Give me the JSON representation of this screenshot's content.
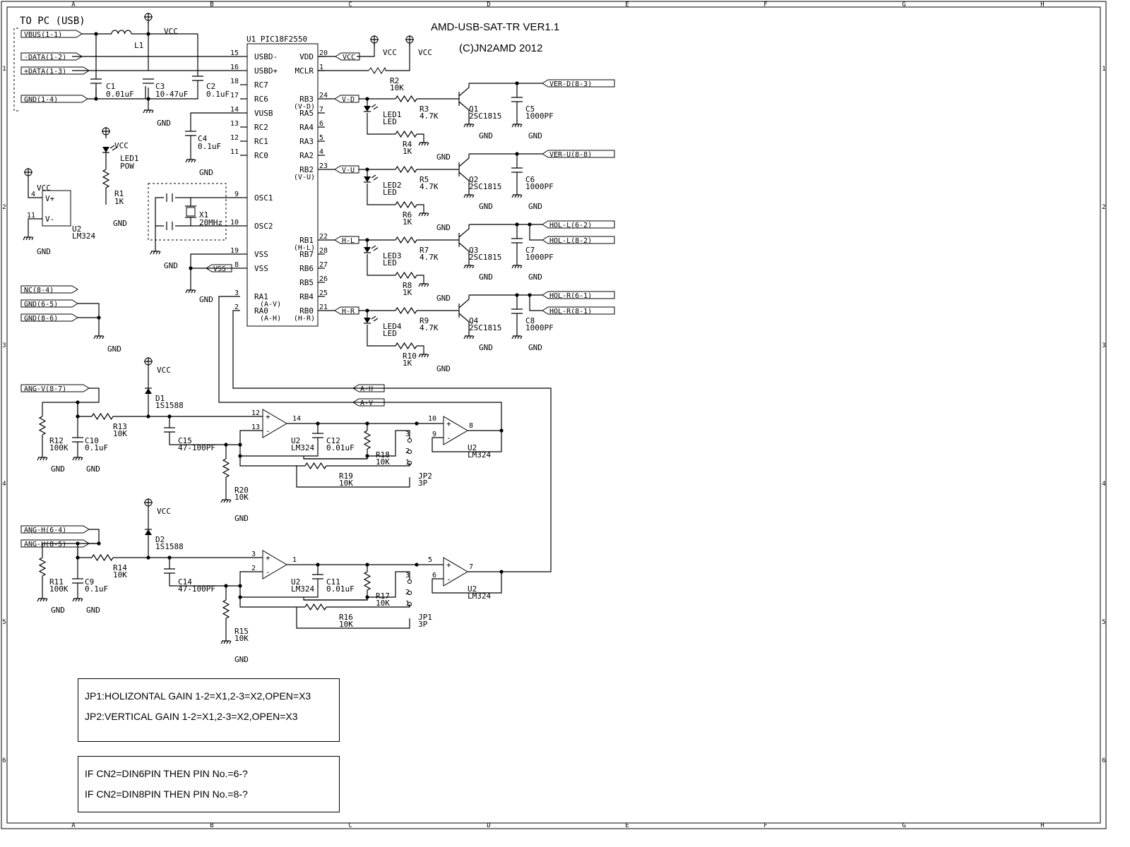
{
  "title": {
    "name": "AMD-USB-SAT-TR VER1.1",
    "copyright": "(C)JN2AMD 2012",
    "usb_header": "TO PC (USB)"
  },
  "frame": {
    "columns": [
      "A",
      "B",
      "C",
      "D",
      "E",
      "F",
      "G",
      "H"
    ],
    "rows": [
      "1",
      "2",
      "3",
      "4",
      "5",
      "6"
    ]
  },
  "notes": {
    "jumper": [
      "JP1:HOLIZONTAL GAIN 1-2=X1,2-3=X2,OPEN=X3",
      "JP2:VERTICAL GAIN 1-2=X1,2-3=X2,OPEN=X3"
    ],
    "connector": [
      "IF CN2=DIN6PIN THEN PIN No.=6-?",
      "IF CN2=DIN8PIN THEN PIN No.=8-?"
    ]
  },
  "ports": {
    "vbus": "VBUS(1-1)",
    "dminus": "-DATA(1-2)",
    "dplus": "+DATA(1-3)",
    "gnd14": "GND(1-4)",
    "nc": "NC(8-4)",
    "gnd65": "GND(6-5)",
    "gnd86": "GND(8-6)",
    "angv": "ANG-V(8-7)",
    "angh64": "ANG-H(6-4)",
    "angh85": "ANG-H(8-5)",
    "verd": "VER-D(8-3)",
    "veru": "VER-U(8-8)",
    "holl62": "HOL-L(6-2)",
    "holl82": "HOL-L(8-2)",
    "holr61": "HOL-R(6-1)",
    "holr81": "HOL-R(8-1)",
    "vcc_tag": "VCC",
    "vss_tag": "VSS",
    "vd_tag": "V-D",
    "vu_tag": "V-U",
    "hl_tag": "H-L",
    "hr_tag": "H-R",
    "ah_tag": "A-H",
    "av_tag": "A-V"
  },
  "net_labels": {
    "vcc": "VCC",
    "gnd": "GND"
  },
  "mcu": {
    "ref": "U1 PIC18F2550",
    "left": [
      {
        "num": "15",
        "name": "USBD-"
      },
      {
        "num": "16",
        "name": "USBD+"
      },
      {
        "num": "18",
        "name": "RC7"
      },
      {
        "num": "17",
        "name": "RC6"
      },
      {
        "num": "14",
        "name": "VUSB"
      },
      {
        "num": "13",
        "name": "RC2"
      },
      {
        "num": "12",
        "name": "RC1"
      },
      {
        "num": "11",
        "name": "RC0"
      },
      {
        "num": "9",
        "name": "OSC1"
      },
      {
        "num": "10",
        "name": "OSC2"
      },
      {
        "num": "19",
        "name": "VSS"
      },
      {
        "num": "8",
        "name": "VSS"
      },
      {
        "num": "3",
        "name": "RA1",
        "sub": "(A-V)"
      },
      {
        "num": "2",
        "name": "RA0",
        "sub": "(A-H)"
      }
    ],
    "right": [
      {
        "num": "20",
        "name": "VDD"
      },
      {
        "num": "1",
        "name": "MCLR"
      },
      {
        "num": "24",
        "name": "RB3",
        "sub": "(V-D)"
      },
      {
        "num": "7",
        "name": "RA5"
      },
      {
        "num": "6",
        "name": "RA4"
      },
      {
        "num": "5",
        "name": "RA3"
      },
      {
        "num": "4",
        "name": "RA2"
      },
      {
        "num": "23",
        "name": "RB2",
        "sub": "(V-U)"
      },
      {
        "num": "22",
        "name": "RB1",
        "sub": "(H-L)"
      },
      {
        "num": "28",
        "name": "RB7"
      },
      {
        "num": "27",
        "name": "RB6"
      },
      {
        "num": "26",
        "name": "RB5"
      },
      {
        "num": "25",
        "name": "RB4"
      },
      {
        "num": "21",
        "name": "RB0",
        "sub": "(H-R)"
      }
    ]
  },
  "parts": {
    "l1": "L1",
    "c1": [
      "C1",
      "0.01uF"
    ],
    "c3": [
      "C3",
      "10-47uF"
    ],
    "c2": [
      "C2",
      "0.1uF"
    ],
    "c4": [
      "C4",
      "0.1uF"
    ],
    "x1": [
      "X1",
      "20MHz"
    ],
    "led_pow": [
      "LED1",
      "POW"
    ],
    "r1": [
      "R1",
      "1K"
    ],
    "u2_pwr": [
      "U2",
      "LM324"
    ],
    "u2_pins": [
      "V+",
      "V-",
      "4",
      "11"
    ],
    "r2": [
      "R2",
      "10K"
    ],
    "drv": [
      {
        "r": [
          "R3",
          "4.7K"
        ],
        "q": [
          "Q1",
          "2SC1815"
        ],
        "c": [
          "C5",
          "1000PF"
        ],
        "led": [
          "LED1",
          "LED"
        ],
        "rl": [
          "R4",
          "1K"
        ]
      },
      {
        "r": [
          "R5",
          "4.7K"
        ],
        "q": [
          "Q2",
          "2SC1815"
        ],
        "c": [
          "C6",
          "1000PF"
        ],
        "led": [
          "LED2",
          "LED"
        ],
        "rl": [
          "R6",
          "1K"
        ]
      },
      {
        "r": [
          "R7",
          "4.7K"
        ],
        "q": [
          "Q3",
          "2SC1815"
        ],
        "c": [
          "C7",
          "1000PF"
        ],
        "led": [
          "LED3",
          "LED"
        ],
        "rl": [
          "R8",
          "1K"
        ]
      },
      {
        "r": [
          "R9",
          "4.7K"
        ],
        "q": [
          "Q4",
          "2SC1815"
        ],
        "c": [
          "C8",
          "1000PF"
        ],
        "led": [
          "LED4",
          "LED"
        ],
        "rl": [
          "R10",
          "1K"
        ]
      }
    ],
    "amp_v": {
      "r12": [
        "R12",
        "100K"
      ],
      "c10": [
        "C10",
        "0.1uF"
      ],
      "r13": [
        "R13",
        "10K"
      ],
      "d1": [
        "D1",
        "1S1588"
      ],
      "c15": [
        "C15",
        "47-100PF"
      ],
      "r20": [
        "R20",
        "10K"
      ],
      "u2a": [
        "U2",
        "LM324"
      ],
      "c12": [
        "C12",
        "0.01uF"
      ],
      "r18": [
        "R18",
        "10K"
      ],
      "r19": [
        "R19",
        "10K"
      ],
      "jp": [
        "JP2",
        "3P"
      ],
      "u2b": [
        "U2",
        "LM324"
      ],
      "pins": [
        "12",
        "13",
        "14",
        "10",
        "9",
        "8"
      ]
    },
    "amp_h": {
      "r11": [
        "R11",
        "100K"
      ],
      "c9": [
        "C9",
        "0.1uF"
      ],
      "r14": [
        "R14",
        "10K"
      ],
      "d2": [
        "D2",
        "1S1588"
      ],
      "c14": [
        "C14",
        "47-100PF"
      ],
      "r15": [
        "R15",
        "10K"
      ],
      "u2a": [
        "U2",
        "LM324"
      ],
      "c11": [
        "C11",
        "0.01uF"
      ],
      "r17": [
        "R17",
        "10K"
      ],
      "r16": [
        "R16",
        "10K"
      ],
      "jp": [
        "JP1",
        "3P"
      ],
      "u2b": [
        "U2",
        "LM324"
      ],
      "pins": [
        "3",
        "2",
        "1",
        "5",
        "6",
        "7"
      ]
    },
    "jp_pins": [
      "3",
      "2",
      "1"
    ]
  }
}
